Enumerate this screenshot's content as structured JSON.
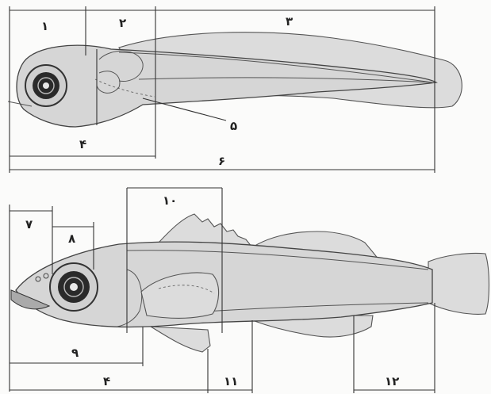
{
  "labels": {
    "m1": "۱",
    "m2": "۲",
    "m3": "۳",
    "m4_top": "۴",
    "m5": "۵",
    "m6": "۶",
    "m7": "۷",
    "m8": "۸",
    "m9": "۹",
    "m10": "۱۰",
    "m4_bottom": "۴",
    "m11": "۱۱",
    "m12": "۱۲"
  }
}
